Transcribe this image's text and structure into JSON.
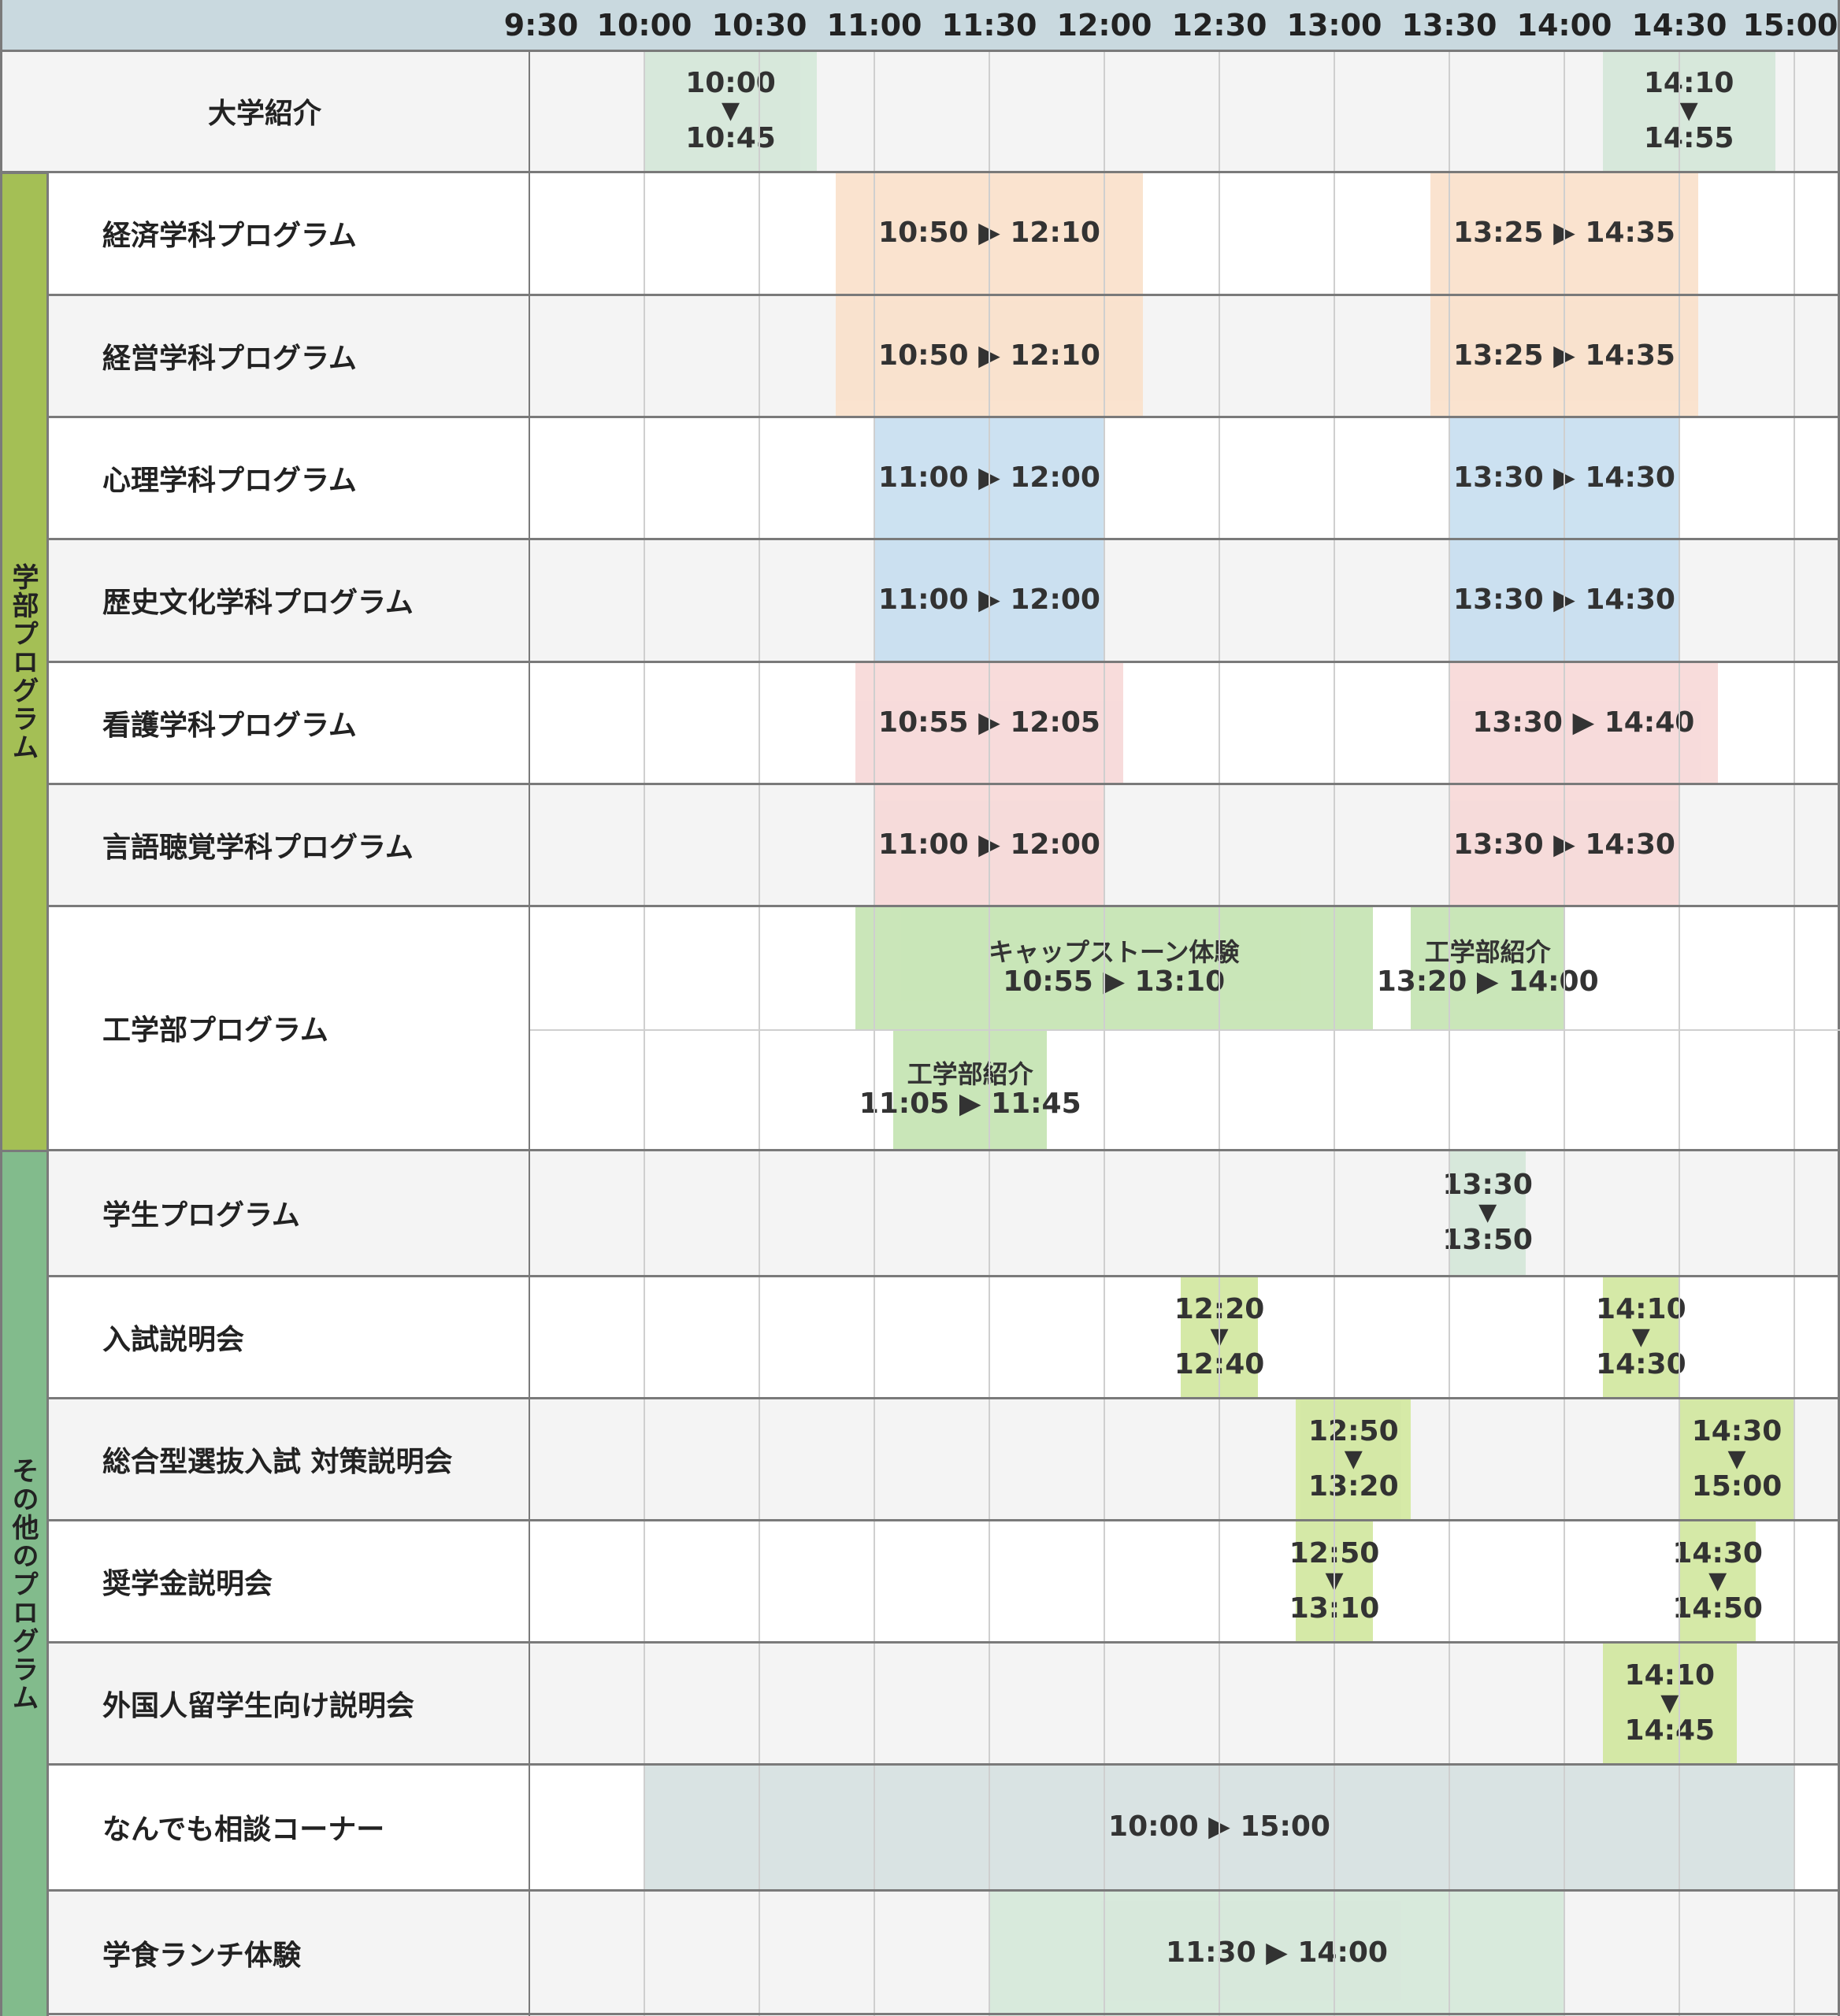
{
  "time_labels": [
    "9:30",
    "10:00",
    "10:30",
    "11:00",
    "11:30",
    "12:00",
    "12:30",
    "13:00",
    "13:30",
    "14:00",
    "14:30",
    "15:00"
  ],
  "categories": [
    {
      "label": "学部プログラム",
      "color": "#a4bf55"
    },
    {
      "label": "その他のプログラム",
      "color": "#82bb8c"
    }
  ],
  "rows": [
    {
      "name": "大学紹介"
    },
    {
      "name": "経済学科プログラム"
    },
    {
      "name": "経営学科プログラム"
    },
    {
      "name": "心理学科プログラム"
    },
    {
      "name": "歴史文化学科プログラム"
    },
    {
      "name": "看護学科プログラム"
    },
    {
      "name": "言語聴覚学科プログラム"
    },
    {
      "name": "工学部プログラム"
    },
    {
      "name": "学生プログラム"
    },
    {
      "name": "入試説明会"
    },
    {
      "name": "総合型選抜入試 対策説明会"
    },
    {
      "name": "奨学金説明会"
    },
    {
      "name": "外国人留学生向け説明会"
    },
    {
      "name": "なんでも相談コーナー"
    },
    {
      "name": "学食ランチ体験"
    }
  ],
  "sessions": [
    {
      "row": 0,
      "start": "10:00",
      "end": "10:45",
      "layout": "stack",
      "color": "#d5e8d9"
    },
    {
      "row": 0,
      "start": "14:10",
      "end": "14:55",
      "layout": "stack",
      "color": "#d5e8d9"
    },
    {
      "row": 1,
      "start": "10:50",
      "end": "12:10",
      "layout": "inline",
      "color": "#fae1cb"
    },
    {
      "row": 1,
      "start": "13:25",
      "end": "14:35",
      "layout": "inline",
      "color": "#fae1cb"
    },
    {
      "row": 2,
      "start": "10:50",
      "end": "12:10",
      "layout": "inline",
      "color": "#fae1cb"
    },
    {
      "row": 2,
      "start": "13:25",
      "end": "14:35",
      "layout": "inline",
      "color": "#fae1cb"
    },
    {
      "row": 3,
      "start": "11:00",
      "end": "12:00",
      "layout": "inline",
      "color": "#c8dff0"
    },
    {
      "row": 3,
      "start": "13:30",
      "end": "14:30",
      "layout": "inline",
      "color": "#c8dff0"
    },
    {
      "row": 4,
      "start": "11:00",
      "end": "12:00",
      "layout": "inline",
      "color": "#c8dff0"
    },
    {
      "row": 4,
      "start": "13:30",
      "end": "14:30",
      "layout": "inline",
      "color": "#c8dff0"
    },
    {
      "row": 5,
      "start": "10:55",
      "end": "12:05",
      "layout": "inline",
      "color": "#f7d9d8"
    },
    {
      "row": 5,
      "start": "13:30",
      "end": "14:40",
      "layout": "inline",
      "color": "#f7d9d8"
    },
    {
      "row": 6,
      "start": "11:00",
      "end": "12:00",
      "layout": "inline",
      "color": "#f7d9d8"
    },
    {
      "row": 6,
      "start": "13:30",
      "end": "14:30",
      "layout": "inline",
      "color": "#f7d9d8"
    },
    {
      "row": 7,
      "sub": 0,
      "title": "キャップストーン体験",
      "start": "10:55",
      "end": "13:10",
      "layout": "titled",
      "color": "#c5e4b3"
    },
    {
      "row": 7,
      "sub": 0,
      "title": "工学部紹介",
      "start": "13:20",
      "end": "14:00",
      "layout": "titled",
      "color": "#c5e4b3"
    },
    {
      "row": 7,
      "sub": 1,
      "title": "工学部紹介",
      "start": "11:05",
      "end": "11:45",
      "layout": "titled",
      "color": "#c5e4b3"
    },
    {
      "row": 8,
      "start": "13:30",
      "end": "13:50",
      "layout": "stack",
      "color": "#d5e8d9"
    },
    {
      "row": 9,
      "start": "12:20",
      "end": "12:40",
      "layout": "stack",
      "color": "#d2e8a0"
    },
    {
      "row": 9,
      "start": "14:10",
      "end": "14:30",
      "layout": "stack",
      "color": "#d2e8a0"
    },
    {
      "row": 10,
      "start": "12:50",
      "end": "13:20",
      "layout": "stack",
      "color": "#d2e8a0"
    },
    {
      "row": 10,
      "start": "14:30",
      "end": "15:00",
      "layout": "stack",
      "color": "#d2e8a0"
    },
    {
      "row": 11,
      "start": "12:50",
      "end": "13:10",
      "layout": "stack",
      "color": "#d2e8a0"
    },
    {
      "row": 11,
      "start": "14:30",
      "end": "14:50",
      "layout": "stack",
      "color": "#d2e8a0"
    },
    {
      "row": 12,
      "start": "14:10",
      "end": "14:45",
      "layout": "stack",
      "color": "#d2e8a0"
    },
    {
      "row": 13,
      "start": "10:00",
      "end": "15:00",
      "layout": "inline",
      "color": "#d6e1e1"
    },
    {
      "row": 14,
      "start": "11:30",
      "end": "14:00",
      "layout": "inline",
      "color": "#d5e8d9"
    }
  ],
  "arrow_right": "▶",
  "arrow_down": "▼"
}
